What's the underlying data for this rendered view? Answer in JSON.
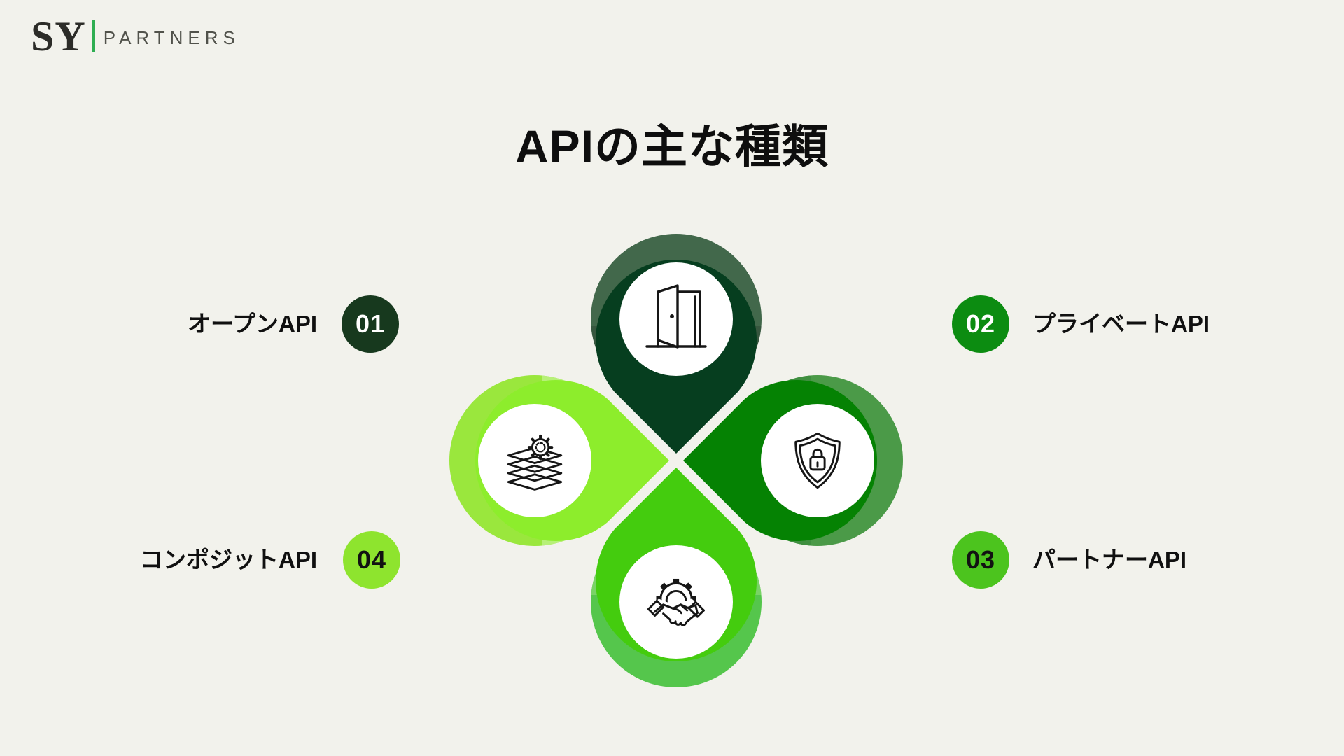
{
  "background": "#f2f2ec",
  "logo": {
    "sy": "SY",
    "partners": "PARTNERS",
    "bar_color": "#2fae52"
  },
  "title": "APIの主な種類",
  "items": [
    {
      "number": "01",
      "label": "オープンAPI",
      "badge_color": "#17391e",
      "number_color": "#ffffff",
      "position": "top-left"
    },
    {
      "number": "02",
      "label": "プライベートAPI",
      "badge_color": "#0c8c11",
      "number_color": "#ffffff",
      "position": "top-right"
    },
    {
      "number": "03",
      "label": "パートナーAPI",
      "badge_color": "#4cc41e",
      "number_color": "#121212",
      "position": "bottom-right"
    },
    {
      "number": "04",
      "label": "コンポジットAPI",
      "badge_color": "#8ee42e",
      "number_color": "#121212",
      "position": "bottom-left"
    }
  ],
  "petals": [
    {
      "name": "open-api",
      "icon": "open-door-icon",
      "ring": "#42684b",
      "mid": "#37573f",
      "pin": "#063e1f",
      "inner": "#ffffff"
    },
    {
      "name": "private-api",
      "icon": "shield-lock-icon",
      "ring": "#4b9a48",
      "mid": "#3f8f3f",
      "pin": "#058203",
      "inner": "#ffffff"
    },
    {
      "name": "partner-api",
      "icon": "handshake-gear-icon",
      "ring": "#55c64c",
      "mid": "#79d366",
      "pin": "#44cc0e",
      "inner": "#ffffff"
    },
    {
      "name": "composite-api",
      "icon": "layers-gear-icon",
      "ring": "#9ae73d",
      "mid": "#b7f078",
      "pin": "#8ded2c",
      "inner": "#ffffff"
    }
  ]
}
